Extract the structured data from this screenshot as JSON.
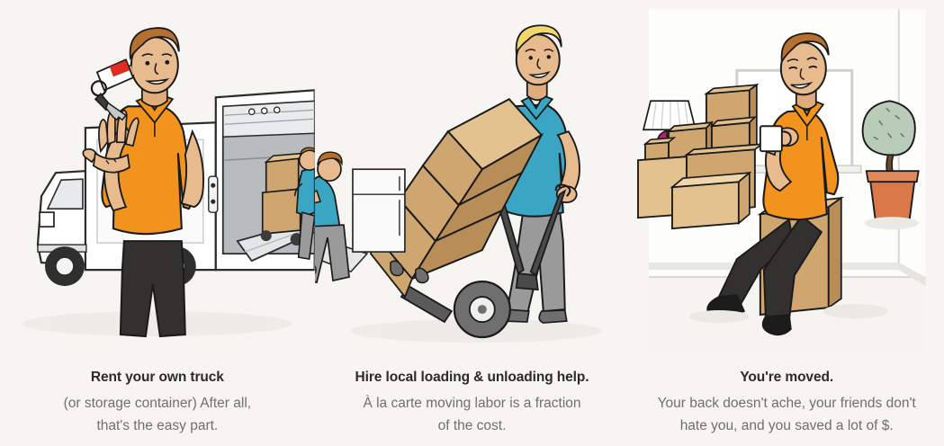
{
  "page": {
    "background_color": "#f7f5f1",
    "layout": "three-column-illustrated-steps",
    "heading_color": "#2b2b2b",
    "body_color": "#6f6f6f"
  },
  "palette": {
    "orange_shirt": "#f2931e",
    "teal_shirt": "#3ba5c4",
    "box_front": "#cfa670",
    "box_top": "#e3c28f",
    "box_side": "#b98d57",
    "skin": "#e8bb8e",
    "hair_brown": "#b5702f",
    "hair_blond": "#f2d86b",
    "pants_dark": "#33312f",
    "pants_gray": "#9a9a9a",
    "truck_white": "#ffffff",
    "truck_gray": "#c9ccce",
    "lamp_base_magenta": "#b3236b",
    "plant_green": "#b9ccb9",
    "pot_terracotta": "#d9794a",
    "key_red": "#e02b20",
    "outline": "#1b1b1b",
    "shadow": "#e2e0db"
  },
  "panels": [
    {
      "id": "rent-truck",
      "illustration": {
        "name": "man-tossing-keys-with-moving-truck",
        "elements": [
          "car-keys",
          "man-orange-polo",
          "white-box-truck",
          "open-cargo-door",
          "loading-ramp",
          "hand-truck-with-boxes",
          "helper-teal-shirt",
          "refrigerator"
        ]
      },
      "title": "Rent your own truck",
      "body_lines": [
        "(or storage container) After all,",
        "that's the easy part."
      ]
    },
    {
      "id": "hire-help",
      "illustration": {
        "name": "mover-with-loaded-hand-truck",
        "elements": [
          "man-blond-teal-polo",
          "hand-truck",
          "stacked-cardboard-boxes",
          "wheel"
        ]
      },
      "title": "Hire local loading & unloading help.",
      "body_lines": [
        "À la carte moving labor is a fraction",
        "of the cost."
      ]
    },
    {
      "id": "youre-moved",
      "illustration": {
        "name": "man-relaxing-on-box-with-mug",
        "elements": [
          "man-orange-polo-seated",
          "coffee-mug",
          "stacked-cardboard-boxes",
          "table-lamp-magenta-base",
          "potted-topiary-tree",
          "window-frame",
          "room-corner"
        ]
      },
      "title": "You're moved.",
      "body_lines": [
        "Your back doesn't ache, your friends don't",
        "hate you, and you saved a lot of $."
      ]
    }
  ]
}
